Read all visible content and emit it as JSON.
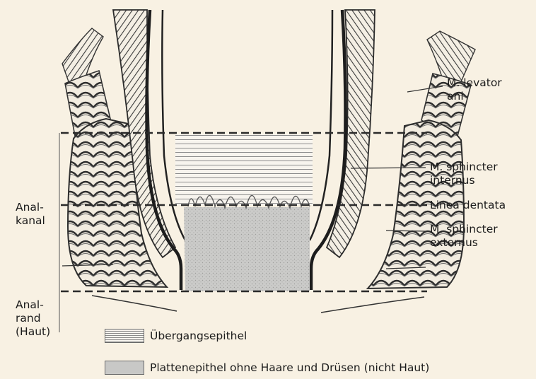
{
  "labels": {
    "levator": "M. levator\nani",
    "internus": "M. sphincter\ninternus",
    "dentata": "Linea dentata",
    "externus": "M. sphincter\nexternus",
    "analkanal": "Anal-\nkanal",
    "analrand": "Anal-\nrand\n(Haut)"
  },
  "legend": {
    "transitional": "Übergangsepithel",
    "squamous": "Plattenepithel ohne Haare und Drüsen (nicht Haut)"
  },
  "colors": {
    "background": "#f8f1e3",
    "squamous_fill": "#c8c8c6",
    "ink": "#1b1b1b"
  }
}
